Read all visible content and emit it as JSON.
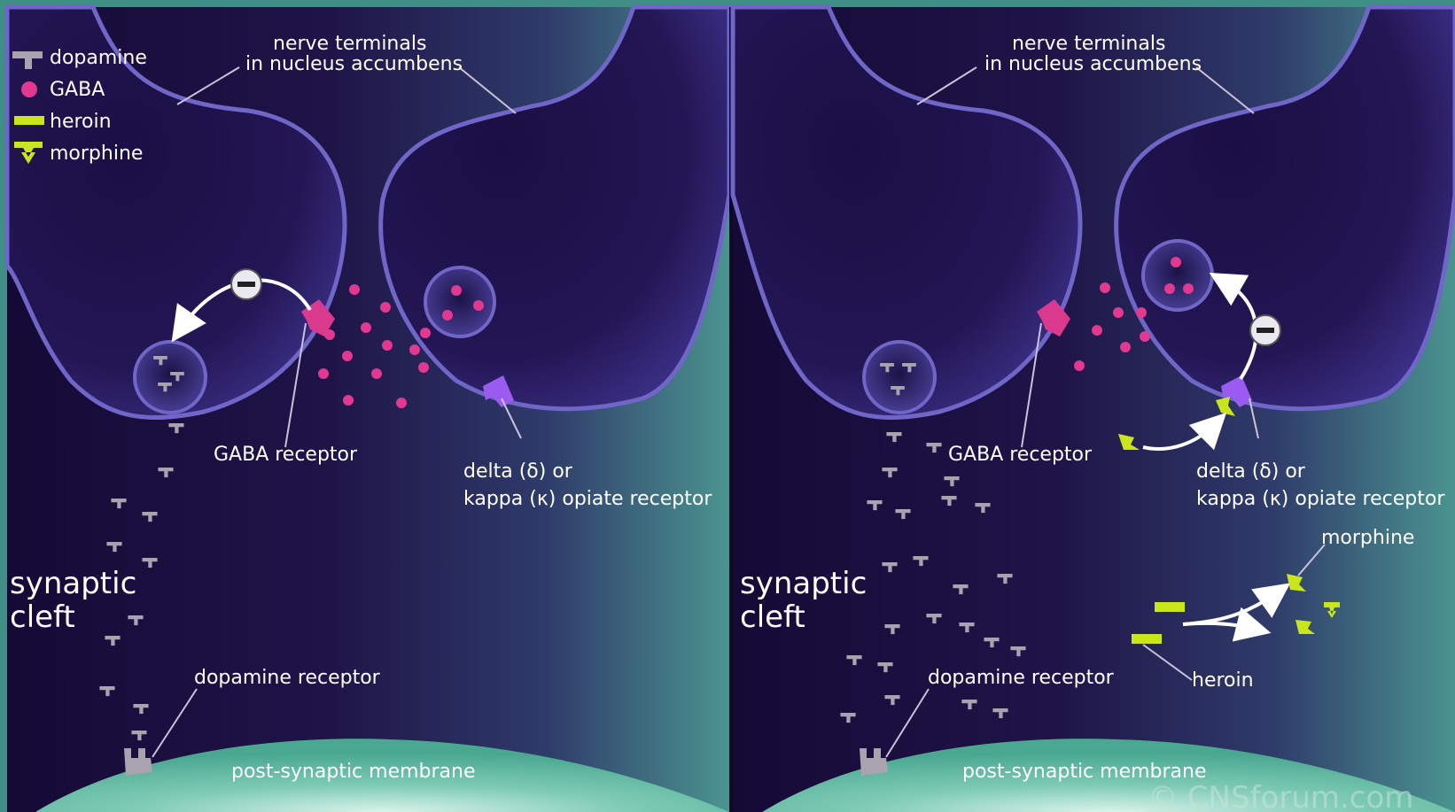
{
  "legend": {
    "dopamine": "dopamine",
    "gaba": "GABA",
    "heroin": "heroin",
    "morphine": "morphine"
  },
  "left_panel": {
    "terminals_line1": "nerve terminals",
    "terminals_line2": "in nucleus accumbens",
    "gaba_receptor": "GABA receptor",
    "opiate_line1": "delta (δ) or",
    "opiate_line2": "kappa (κ) opiate receptor",
    "cleft_line1": "synaptic",
    "cleft_line2": "cleft",
    "dopamine_receptor": "dopamine receptor",
    "membrane": "post-synaptic membrane"
  },
  "right_panel": {
    "terminals_line1": "nerve terminals",
    "terminals_line2": "in nucleus accumbens",
    "gaba_receptor": "GABA receptor",
    "opiate_line1": "delta (δ) or",
    "opiate_line2": "kappa (κ) opiate receptor",
    "cleft_line1": "synaptic",
    "cleft_line2": "cleft",
    "dopamine_receptor": "dopamine receptor",
    "membrane": "post-synaptic membrane",
    "morphine": "morphine",
    "heroin": "heroin"
  },
  "watermark": "© CNSforum.com",
  "colors": {
    "background": "#1a0f3d",
    "terminal_fill": "#1d1248",
    "terminal_edge": "#6f66c8",
    "gaba": "#e0398f",
    "gaba_receptor": "#d93a8e",
    "opiate_receptor": "#9a5cf0",
    "dopamine": "#a8a3ae",
    "drug": "#c9e61c",
    "membrane": "#5fb9a1"
  }
}
